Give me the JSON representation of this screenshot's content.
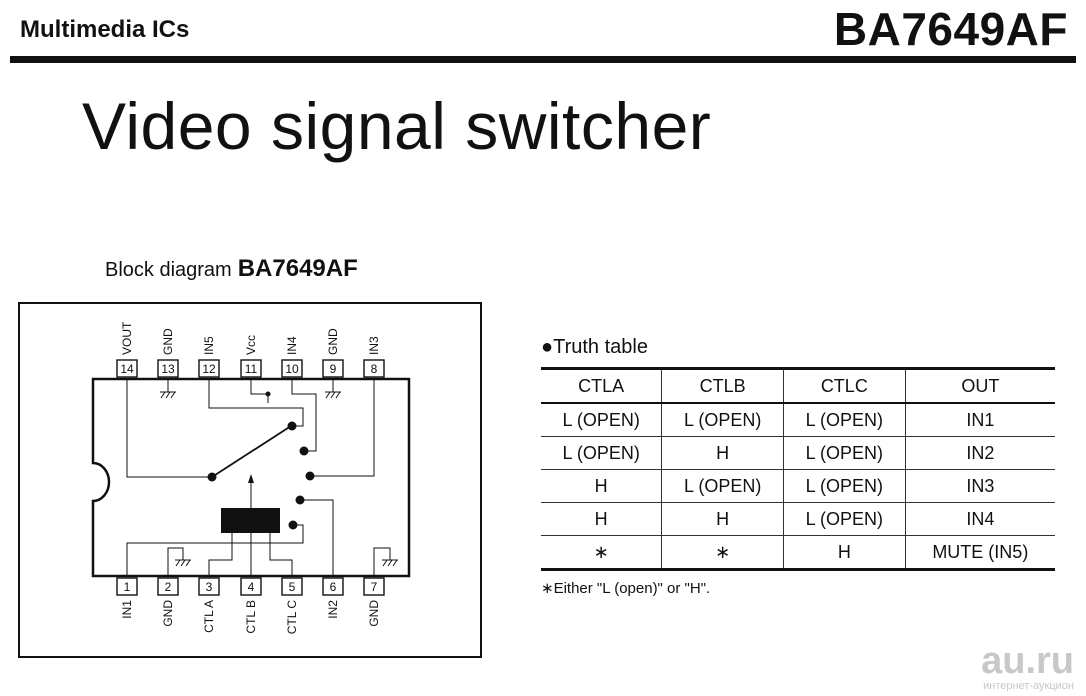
{
  "header": {
    "category": "Multimedia ICs",
    "part_number": "BA7649AF"
  },
  "title": "Video signal switcher",
  "block_diagram": {
    "caption": "Block diagram",
    "part": "BA7649AF",
    "top_pins": [
      {
        "num": "14",
        "name": "VOUT"
      },
      {
        "num": "13",
        "name": "GND"
      },
      {
        "num": "12",
        "name": "IN5"
      },
      {
        "num": "11",
        "name": "Vcc"
      },
      {
        "num": "10",
        "name": "IN4"
      },
      {
        "num": "9",
        "name": "GND"
      },
      {
        "num": "8",
        "name": "IN3"
      }
    ],
    "bottom_pins": [
      {
        "num": "1",
        "name": "IN1"
      },
      {
        "num": "2",
        "name": "GND"
      },
      {
        "num": "3",
        "name": "CTL A"
      },
      {
        "num": "4",
        "name": "CTL B"
      },
      {
        "num": "5",
        "name": "CTL C"
      },
      {
        "num": "6",
        "name": "IN2"
      },
      {
        "num": "7",
        "name": "GND"
      }
    ]
  },
  "truth_table": {
    "title": "Truth table",
    "headers": [
      "CTLA",
      "CTLB",
      "CTLC",
      "OUT"
    ],
    "rows": [
      [
        "L (OPEN)",
        "L (OPEN)",
        "L (OPEN)",
        "IN1"
      ],
      [
        "L (OPEN)",
        "H",
        "L (OPEN)",
        "IN2"
      ],
      [
        "H",
        "L (OPEN)",
        "L (OPEN)",
        "IN3"
      ],
      [
        "H",
        "H",
        "L (OPEN)",
        "IN4"
      ],
      [
        "∗",
        "∗",
        "H",
        "MUTE (IN5)"
      ]
    ],
    "footnote": "∗Either \"L (open)\" or \"H\"."
  },
  "watermark": {
    "site": "au.ru",
    "tagline": "интернет-аукцион"
  },
  "colors": {
    "ink": "#111111",
    "watermark": "#c8c8c8"
  }
}
